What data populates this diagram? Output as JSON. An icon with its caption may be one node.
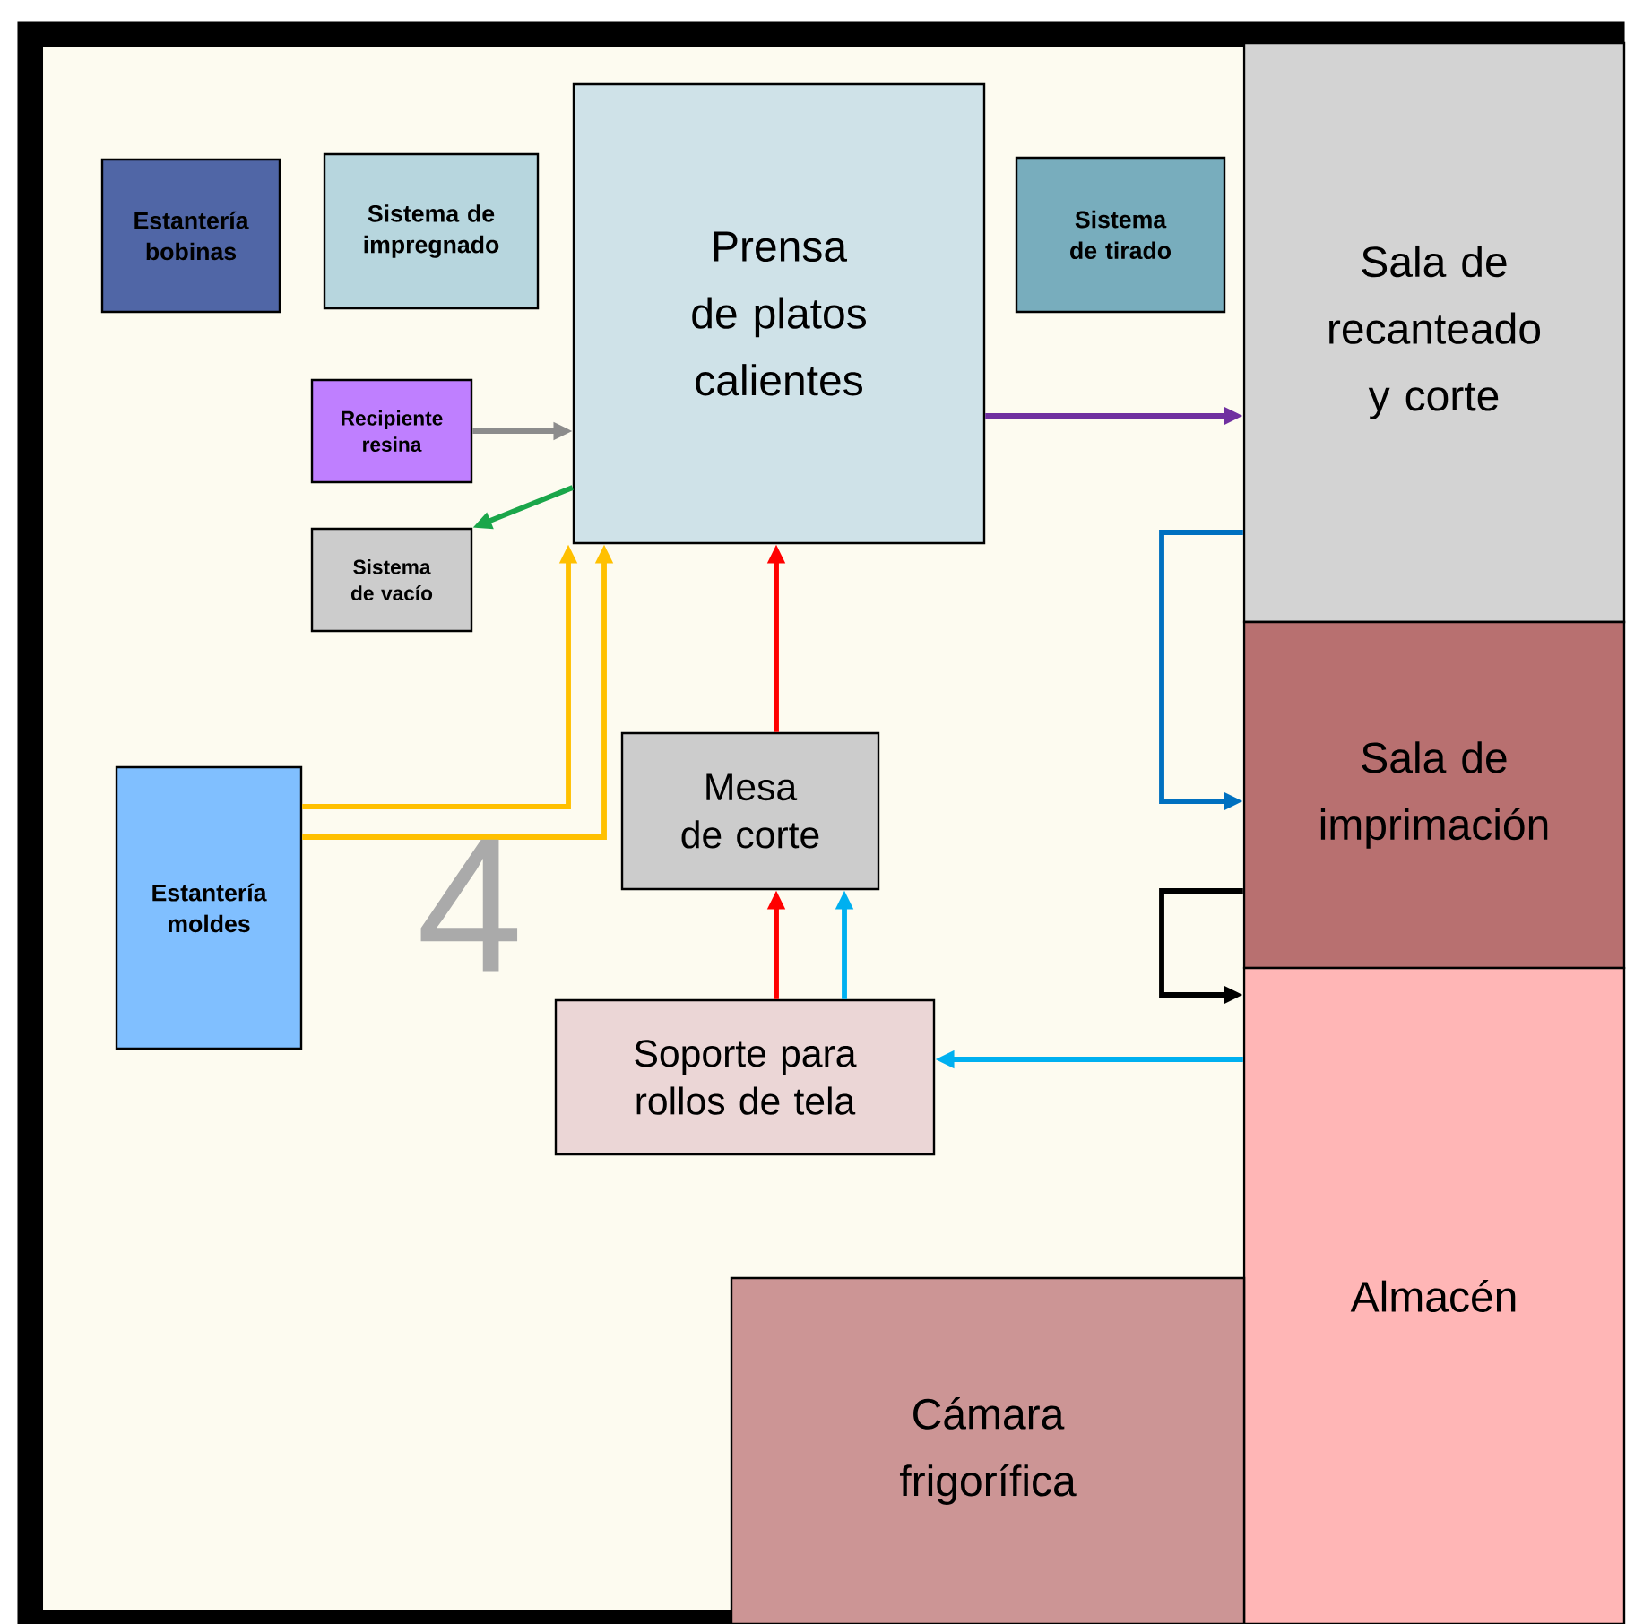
{
  "diagram": {
    "nodes": [
      {
        "text": [
          "Estantería bobinas"
        ]
      },
      {
        "text": [
          "Sistema de impregnado"
        ]
      },
      {
        "text": [
          "Prensa de platos calientes"
        ]
      },
      {
        "text": [
          "Sistema de tirado"
        ]
      },
      {
        "text": [
          "Recipiente resina"
        ]
      },
      {
        "text": [
          "Sistema de vacío"
        ]
      },
      {
        "text": [
          "Sala de recanteado y corte"
        ]
      },
      {
        "text": [
          "Sala de imprimación"
        ]
      },
      {
        "text": [
          "Almacén"
        ]
      },
      {
        "text": [
          "Estantería moldes"
        ]
      },
      {
        "text": [
          "Mesa de corte"
        ]
      },
      {
        "text": [
          "Soporte para rollos de tela"
        ]
      },
      {
        "text": [
          "Cámara frigorífica"
        ]
      }
    ],
    "edges": [
      {
        "from": 4,
        "to": 2,
        "arrow": "to",
        "color": "#8c8c8c"
      },
      {
        "from": 2,
        "to": 5,
        "arrow": "to",
        "color": "#1aa64a"
      },
      {
        "from": 9,
        "to": 2,
        "arrow": "to",
        "color": "#ffc000"
      },
      {
        "from": 9,
        "to": 2,
        "arrow": "to",
        "color": "#ffc000"
      },
      {
        "from": 10,
        "to": 2,
        "arrow": "to",
        "color": "#ff0000"
      },
      {
        "from": 2,
        "to": 6,
        "arrow": "to",
        "color": "#7030a0"
      },
      {
        "from": 6,
        "to": 7,
        "arrow": "to",
        "color": "#0070c0"
      },
      {
        "from": 7,
        "to": 8,
        "arrow": "to",
        "color": "#000000"
      },
      {
        "from": 8,
        "to": 11,
        "arrow": "to",
        "color": "#00b0f0"
      },
      {
        "from": 11,
        "to": 10,
        "arrow": "to",
        "color": "#ff0000"
      },
      {
        "from": 11,
        "to": 10,
        "arrow": "to",
        "color": "#00b0f0"
      }
    ],
    "labels": [
      "4"
    ]
  }
}
